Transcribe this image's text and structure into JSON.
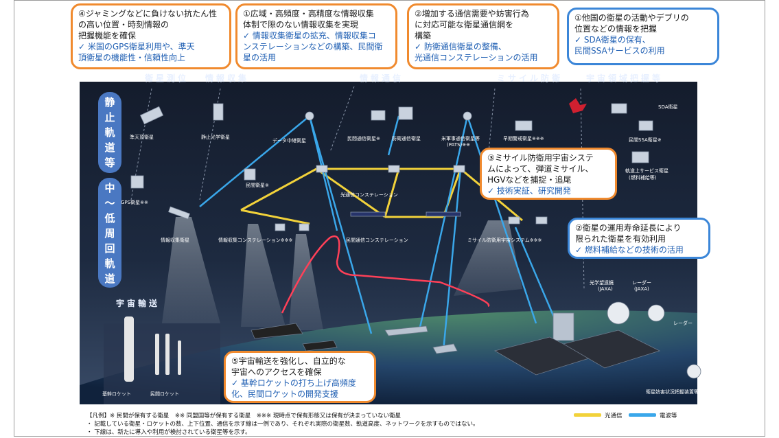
{
  "categories": {
    "positioning": "衛星測位",
    "intel": "情報収集",
    "comms": "情報通信",
    "missile": "ミサイル防衛",
    "ssa": "宇宙領域把握等",
    "transport": "宇宙輸送"
  },
  "orbits": {
    "geo": [
      "静",
      "止",
      "軌",
      "道",
      "等"
    ],
    "leo": [
      "中",
      "〜",
      "低",
      "周",
      "回",
      "軌",
      "道"
    ]
  },
  "callouts": {
    "c4": {
      "lines": [
        "④ジャミングなどに負けない抗たん性",
        "の高い位置・時刻情報の",
        "把握機能を確保",
        "✓ 米国のGPS衛星利用や、準天",
        "頂衛星の機能性・信頼性向上"
      ]
    },
    "c1": {
      "lines": [
        "①広域・高頻度・高精度な情報収集",
        "体制で隙のない情報収集を実現",
        "✓ 情報収集衛星の拡充、情報収集コ",
        "ンステレーションなどの構築、民間衛",
        "星の活用"
      ]
    },
    "c2": {
      "lines": [
        "②増加する通信需要や妨害行為",
        "に対応可能な衛星通信網を",
        "構築",
        "✓ 防衛通信衛星の整備、",
        "光通信コンステレーションの活用"
      ]
    },
    "c1b": {
      "lines": [
        "①他国の衛星の活動やデブリの",
        "位置などの情報を把握",
        "✓ SDA衛星の保有、",
        "民間SSAサービスの利用"
      ]
    },
    "c3": {
      "lines": [
        "③ミサイル防衛用宇宙システ",
        "ムによって、弾道ミサイル、",
        "HGVなどを捕捉・追尾",
        "✓ 技術実証、研究開発"
      ]
    },
    "c2b": {
      "lines": [
        "②衛星の運用寿命延長により",
        "限られた衛星を有効利用",
        "✓ 燃料補給などの技術の活用"
      ]
    },
    "c5": {
      "lines": [
        "⑤宇宙輸送を強化し、自立的な",
        "宇宙へのアクセスを確保",
        "✓ 基幹ロケットの打ち上げ高頻度",
        "化、民間ロケットの開発支援"
      ]
    }
  },
  "satellites": {
    "qzss": "準天頂衛星",
    "geo_optical": "静止光学衛星",
    "data_relay": "データ中継衛星",
    "commercial_comm": "民間通信衛星※",
    "defense_comm": "防衛通信衛星",
    "pats": "米軍事通信衛星等",
    "pats_sub": "(PATS)※※",
    "early_warning": "早期警戒衛星※※※",
    "sda": "SDA衛星",
    "commercial_ssa": "民間SSA衛星※",
    "orbital_service": "軌道上サービス衛星",
    "orbital_service_sub": "(燃料補給等)",
    "gps": "GPS衛星※※",
    "commercial_sat": "民間衛星※",
    "optical_constellation": "光通信コンステレーション",
    "igs": "情報収集衛星",
    "intel_constellation": "情報収集コンステレーション※※※",
    "commercial_comm_constellation": "民間通信コンステレーション",
    "missile_system": "ミサイル防衛用宇宙システム※※※"
  },
  "ground": {
    "optical_telescope": "光学望遠鏡",
    "radar": "レーダー",
    "jaxa": "(JAXA)",
    "radar2": "レーダー",
    "ssa_system": "衛星妨害状況把握装置等",
    "h_rocket": "基幹ロケット",
    "private_rocket": "民間ロケット"
  },
  "legend": {
    "note_main": "【凡例】※ 民間が保有する衛星　※※ 同盟国等が保有する衛星　※※※ 現時点で保有形態又は保有が決まっていない衛星",
    "note2": "・ 記載している衛星・ロケットの数、上下位置、通信を示す線は一例であり、それぞれ実際の衛星数、軌道高度、ネットワークを示すものではない。",
    "note3": "・ 下線は、新たに導入や利用が検討されている衛星等を示す。",
    "optical": "光通信",
    "radio": "電波等"
  },
  "colors": {
    "optical": "#f2d23a",
    "radio": "#3aa7ea",
    "callout_orange": "#f08a2e",
    "callout_blue": "#3b86d8",
    "orbit_pill": "#4a78c2"
  }
}
